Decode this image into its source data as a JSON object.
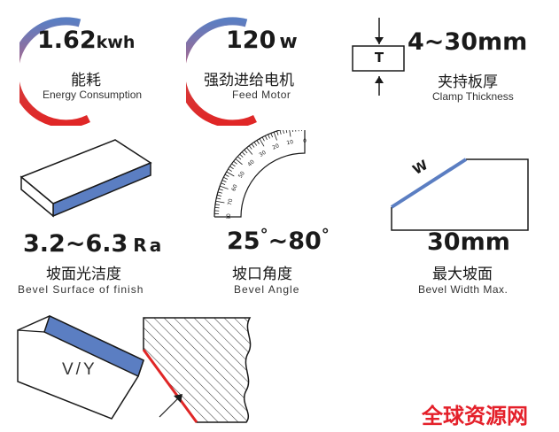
{
  "colors": {
    "blue": "#5b7ec2",
    "red": "#e02626",
    "dark": "#1a1a1a",
    "watermark": "#e4202a"
  },
  "energy": {
    "value": "1.62",
    "unit": "kwh",
    "cn": "能耗",
    "en": "Energy Consumption"
  },
  "motor": {
    "value": "120",
    "unit": "w",
    "cn": "强劲进给电机",
    "en": "Feed Motor"
  },
  "clamp": {
    "value": "4~30mm",
    "cn": "夹持板厚",
    "en": "Clamp Thickness",
    "diagram_label": "T"
  },
  "surface": {
    "value": "3.2~6.3",
    "unit": "Ra",
    "cn": "坡面光洁度",
    "en": "Bevel Surface of finish"
  },
  "angle": {
    "min": "25",
    "max": "80",
    "deg": "°",
    "sep": "~",
    "cn": "坡口角度",
    "en": "Bevel Angle",
    "scale_labels": [
      "80",
      "70",
      "60",
      "50",
      "40",
      "30",
      "20",
      "10",
      "0"
    ]
  },
  "width": {
    "value": "30mm",
    "cn": "最大坡面",
    "en": "Bevel Width Max.",
    "diagram_label": "W"
  },
  "vy": {
    "label": "V/Y"
  },
  "watermark": {
    "text": "全球资源网"
  }
}
